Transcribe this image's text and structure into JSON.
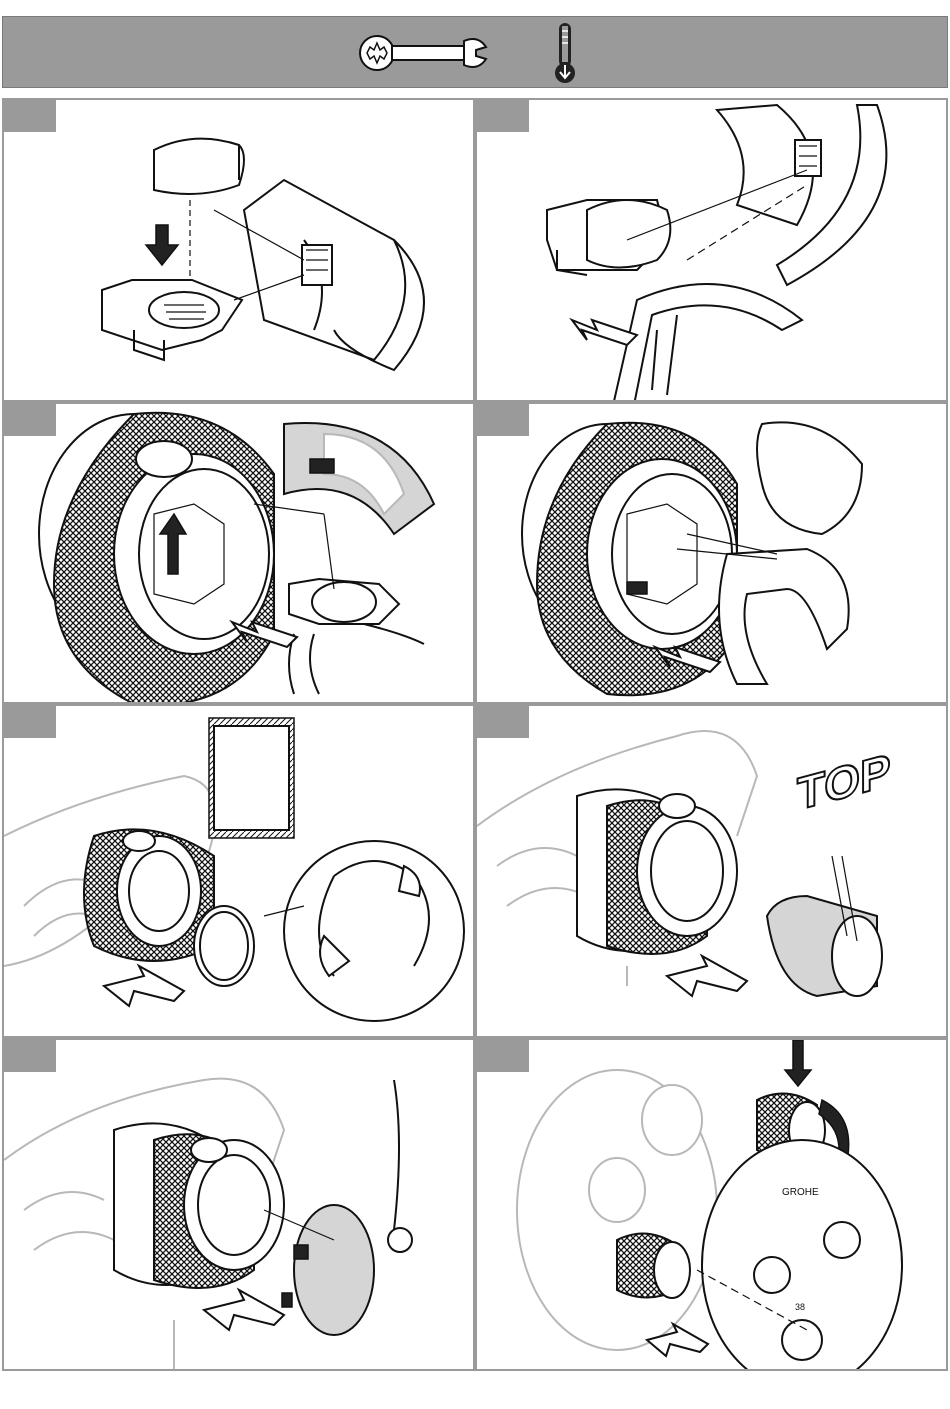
{
  "header": {
    "icons": [
      "wrench-icon",
      "thermometer-down-icon"
    ],
    "background_color": "#9a9a9a"
  },
  "steps": [
    {
      "number": "",
      "caption": ""
    },
    {
      "number": "",
      "caption": ""
    },
    {
      "number": "",
      "caption": ""
    },
    {
      "number": "",
      "caption": ""
    },
    {
      "number": "",
      "caption": ""
    },
    {
      "number": "",
      "caption": ""
    },
    {
      "number": "",
      "caption": ""
    },
    {
      "number": "",
      "caption": ""
    }
  ],
  "labels": {
    "top_marking": "TOP",
    "brand_on_plate": "GROHE",
    "temperature_marking": "38"
  }
}
